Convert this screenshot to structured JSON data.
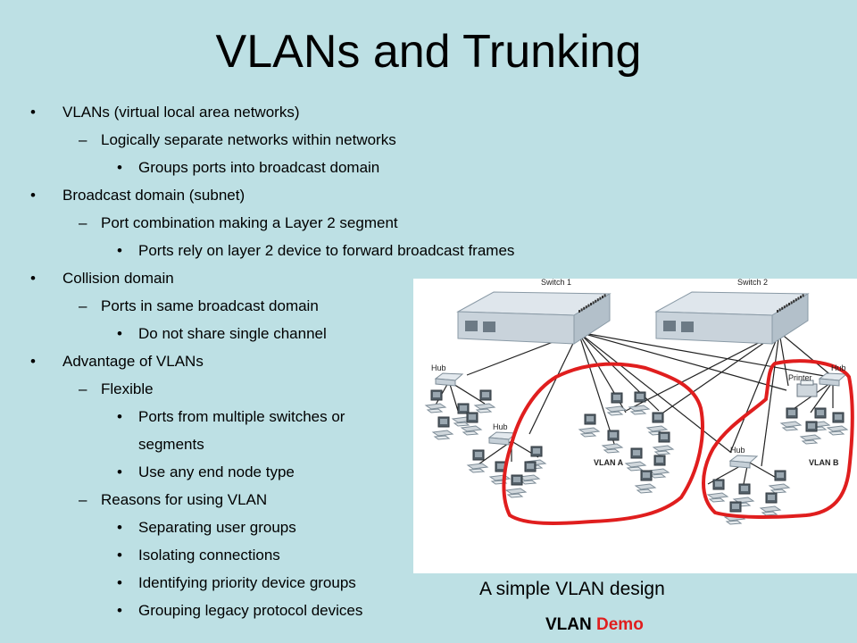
{
  "slide": {
    "title": "VLANs and Trunking",
    "bullets": [
      {
        "level": 1,
        "marker": "•",
        "text": "VLANs (virtual local area networks)"
      },
      {
        "level": 2,
        "marker": "–",
        "text": "Logically separate networks within networks"
      },
      {
        "level": 3,
        "marker": "•",
        "text": "Groups ports into broadcast domain"
      },
      {
        "level": 1,
        "marker": "•",
        "text": "Broadcast domain (subnet)"
      },
      {
        "level": 2,
        "marker": "–",
        "text": "Port combination making a Layer 2 segment"
      },
      {
        "level": 3,
        "marker": "•",
        "text": "Ports rely on layer 2 device to forward broadcast frames"
      },
      {
        "level": 1,
        "marker": "•",
        "text": "Collision domain"
      },
      {
        "level": 2,
        "marker": "–",
        "text": "Ports in same broadcast domain"
      },
      {
        "level": 3,
        "marker": "•",
        "text": "Do not share single channel"
      },
      {
        "level": 1,
        "marker": "•",
        "text": "Advantage of VLANs"
      },
      {
        "level": 2,
        "marker": "–",
        "text": "Flexible"
      },
      {
        "level": 3,
        "marker": "•",
        "text": "Ports from multiple switches or"
      },
      {
        "level": 3,
        "marker": "",
        "text": "segments"
      },
      {
        "level": 3,
        "marker": "•",
        "text": "Use any end node type"
      },
      {
        "level": 2,
        "marker": "–",
        "text": "Reasons for using VLAN"
      },
      {
        "level": 3,
        "marker": "•",
        "text": "Separating user groups"
      },
      {
        "level": 3,
        "marker": "•",
        "text": "Isolating connections"
      },
      {
        "level": 3,
        "marker": "•",
        "text": "Identifying priority device groups"
      },
      {
        "level": 3,
        "marker": "•",
        "text": "Grouping legacy protocol devices"
      }
    ],
    "diagram": {
      "switch1_label": "Switch 1",
      "switch2_label": "Switch 2",
      "hub_label": "Hub",
      "printer_label": "Printer",
      "vlan_a_label": "VLAN A",
      "vlan_b_label": "VLAN B"
    },
    "caption": "A simple VLAN design",
    "demo_link": {
      "part1": "VLAN",
      "part2": "Demo"
    },
    "colors": {
      "background": "#bde0e4",
      "vlan_outline": "#e01e1e",
      "demo_accent": "#e01e1e"
    }
  }
}
